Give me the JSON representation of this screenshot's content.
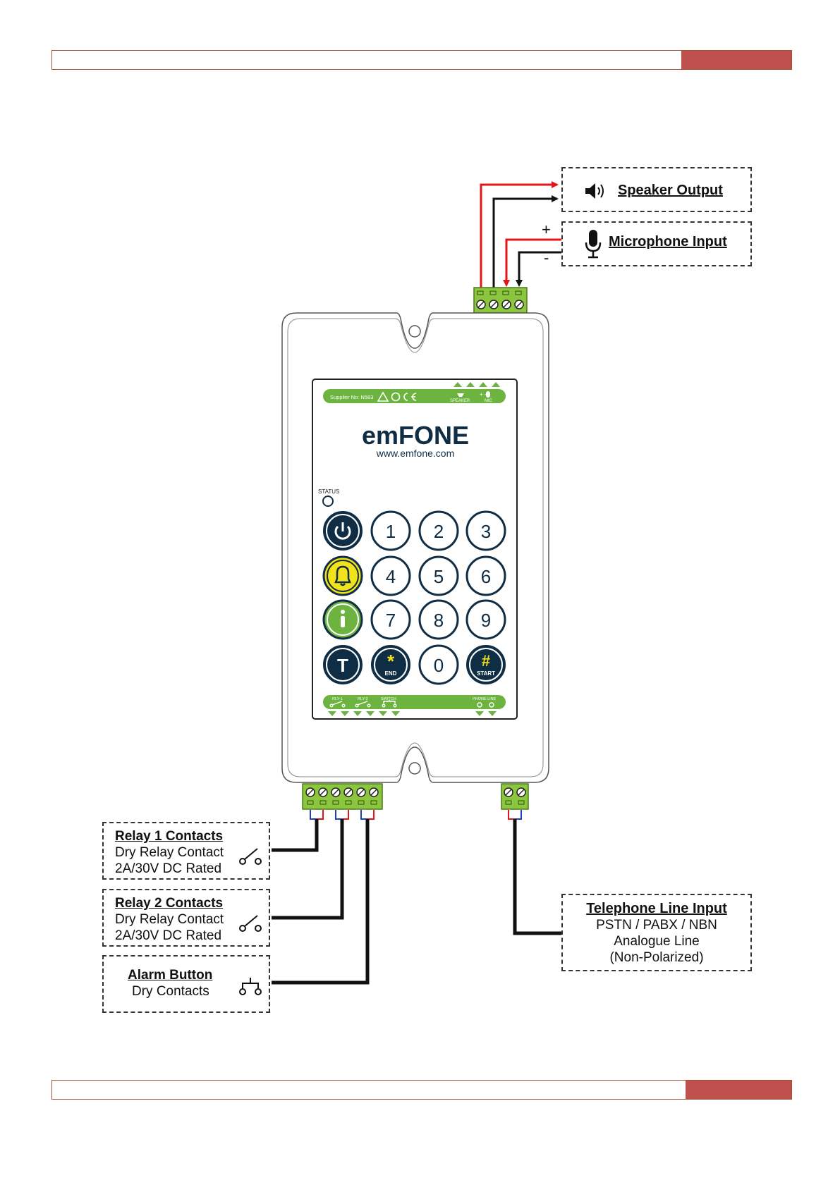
{
  "header": {
    "accent_color": "#c0504d",
    "border_color": "#a0522d"
  },
  "footer": {
    "accent_color": "#c0504d",
    "border_color": "#a0522d"
  },
  "device": {
    "face_label": {
      "supplier": "Supplier No: N583",
      "speaker": "SPEAKER",
      "mic": "MIC",
      "plus_minus": "+  -"
    },
    "logo_text": "emFONE",
    "website": "www.emfone.com",
    "status_label": "STATUS",
    "keypad": {
      "power_icon": "power-icon",
      "bell_icon": "bell-icon",
      "info_icon": "info-icon",
      "t_key": "T",
      "digits": [
        "1",
        "2",
        "3",
        "4",
        "5",
        "6",
        "7",
        "8",
        "9",
        "0"
      ],
      "star": "*",
      "end": "END",
      "hash": "#",
      "start": "START"
    },
    "bottom_strip": {
      "rly1": "RLY-1",
      "rly2": "RLY-2",
      "switch": "SWITCH",
      "phone_line": "PHONE LINE"
    },
    "colors": {
      "green": "#6db33f",
      "navy": "#0f2d45",
      "yellow": "#f2e21c",
      "terminal": "#8cc63f"
    }
  },
  "callouts": {
    "speaker": {
      "title": "Speaker Output",
      "icon": "speaker-icon"
    },
    "microphone": {
      "title": "Microphone Input",
      "icon": "microphone-icon",
      "plus": "+",
      "minus": "-"
    },
    "relay1": {
      "title": "Relay 1 Contacts",
      "line1": "Dry Relay Contact",
      "line2": "2A/30V DC Rated",
      "icon": "relay-switch-icon"
    },
    "relay2": {
      "title": "Relay 2 Contacts",
      "line1": "Dry Relay Contact",
      "line2": "2A/30V DC Rated",
      "icon": "relay-switch-icon"
    },
    "alarm": {
      "title": "Alarm Button",
      "line1": "Dry Contacts",
      "icon": "push-button-icon"
    },
    "telephone": {
      "title": "Telephone Line Input",
      "line1": "PSTN / PABX / NBN",
      "line2": "Analogue Line",
      "line3": "(Non-Polarized)"
    }
  },
  "wire_colors": {
    "red": "#e0161b",
    "black": "#111111",
    "blue": "#1f3fbf"
  }
}
